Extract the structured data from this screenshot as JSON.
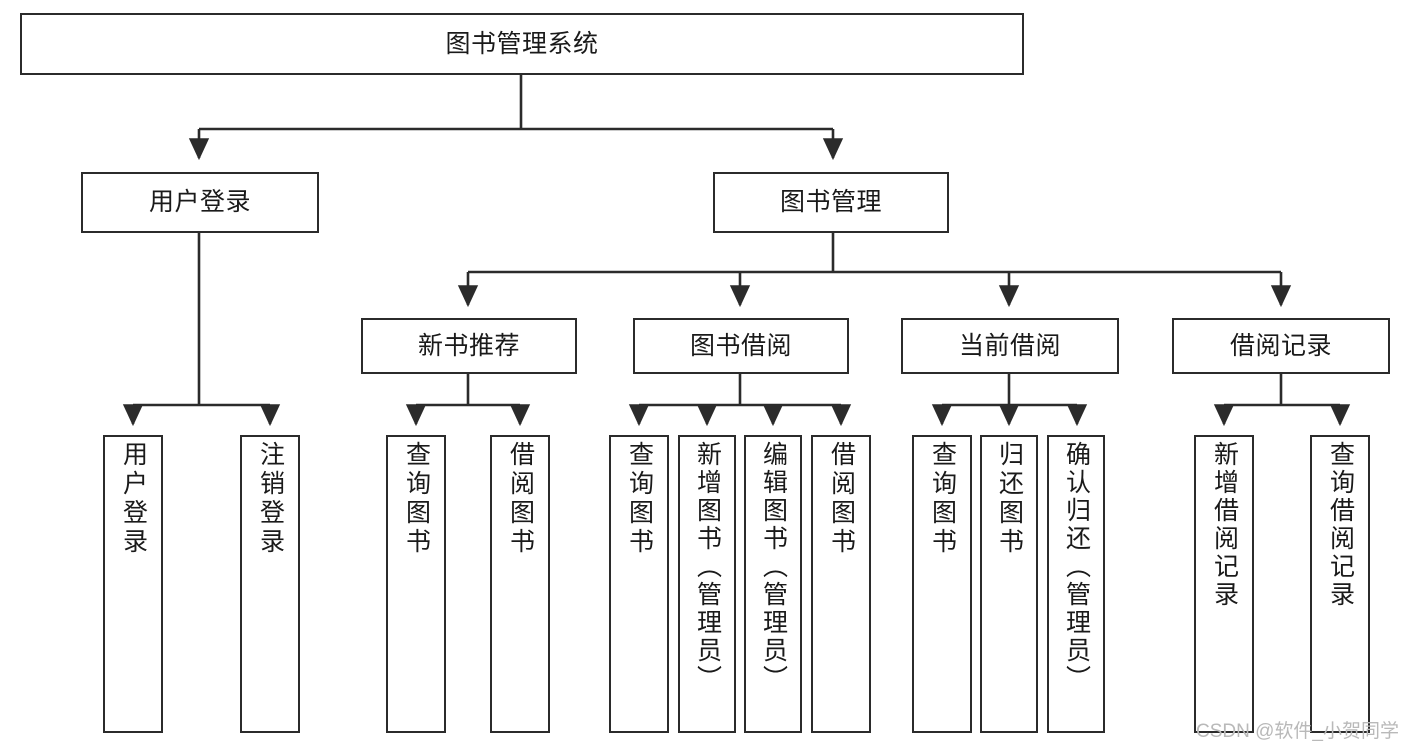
{
  "diagram": {
    "type": "tree-hierarchy-chart",
    "title": "图书管理系统",
    "stroke_color": "#2b2b2b",
    "background_color": "#ffffff",
    "text_color": "#1a1a1a"
  },
  "nodes": {
    "root": {
      "label": "图书管理系统"
    },
    "level2": [
      {
        "id": "user-login",
        "label": "用户登录"
      },
      {
        "id": "book-management",
        "label": "图书管理"
      }
    ],
    "level3": [
      {
        "id": "new-book-recommend",
        "label": "新书推荐"
      },
      {
        "id": "book-borrow",
        "label": "图书借阅"
      },
      {
        "id": "current-borrow",
        "label": "当前借阅"
      },
      {
        "id": "borrow-record",
        "label": "借阅记录"
      }
    ],
    "leaves": {
      "user_login": [
        {
          "id": "leaf-user-login",
          "label": "用户登录"
        },
        {
          "id": "leaf-logout",
          "label": "注销登录"
        }
      ],
      "new_book_recommend": [
        {
          "id": "leaf-query-book-1",
          "label": "查询图书"
        },
        {
          "id": "leaf-borrow-book-1",
          "label": "借阅图书"
        }
      ],
      "book_borrow": [
        {
          "id": "leaf-query-book-2",
          "label": "查询图书"
        },
        {
          "id": "leaf-add-book",
          "label": "新增图书（管理员）"
        },
        {
          "id": "leaf-edit-book",
          "label": "编辑图书（管理员）"
        },
        {
          "id": "leaf-borrow-book-2",
          "label": "借阅图书"
        }
      ],
      "current_borrow": [
        {
          "id": "leaf-query-book-3",
          "label": "查询图书"
        },
        {
          "id": "leaf-return-book",
          "label": "归还图书"
        },
        {
          "id": "leaf-confirm-return",
          "label": "确认归还（管理员）"
        }
      ],
      "borrow_record": [
        {
          "id": "leaf-add-record",
          "label": "新增借阅记录"
        },
        {
          "id": "leaf-query-record",
          "label": "查询借阅记录"
        }
      ]
    }
  },
  "watermark": {
    "text": "CSDN @软件_小贺同学"
  }
}
